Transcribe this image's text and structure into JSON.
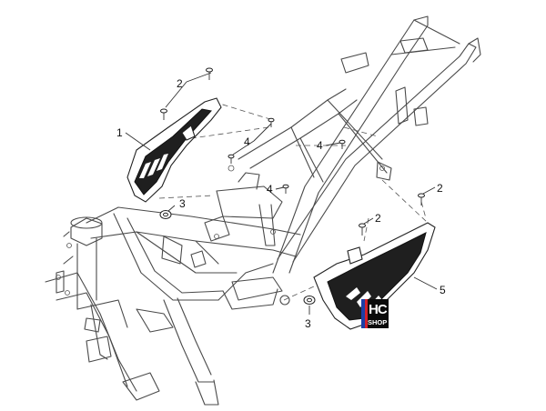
{
  "callouts": {
    "part_1": "1",
    "part_2_top": "2",
    "part_2_right_upper": "2",
    "part_2_right_lower": "2",
    "part_3_left": "3",
    "part_3_bottom": "3",
    "part_4_center": "4",
    "part_4_right": "4",
    "part_4_lower": "4",
    "part_5": "5"
  },
  "badge": {
    "top_text": "HC",
    "bottom_text": "SHOP",
    "colors": {
      "background": "#0a0a0a",
      "stripe_blue": "#1d3fa6",
      "stripe_red": "#d21f2a"
    }
  }
}
